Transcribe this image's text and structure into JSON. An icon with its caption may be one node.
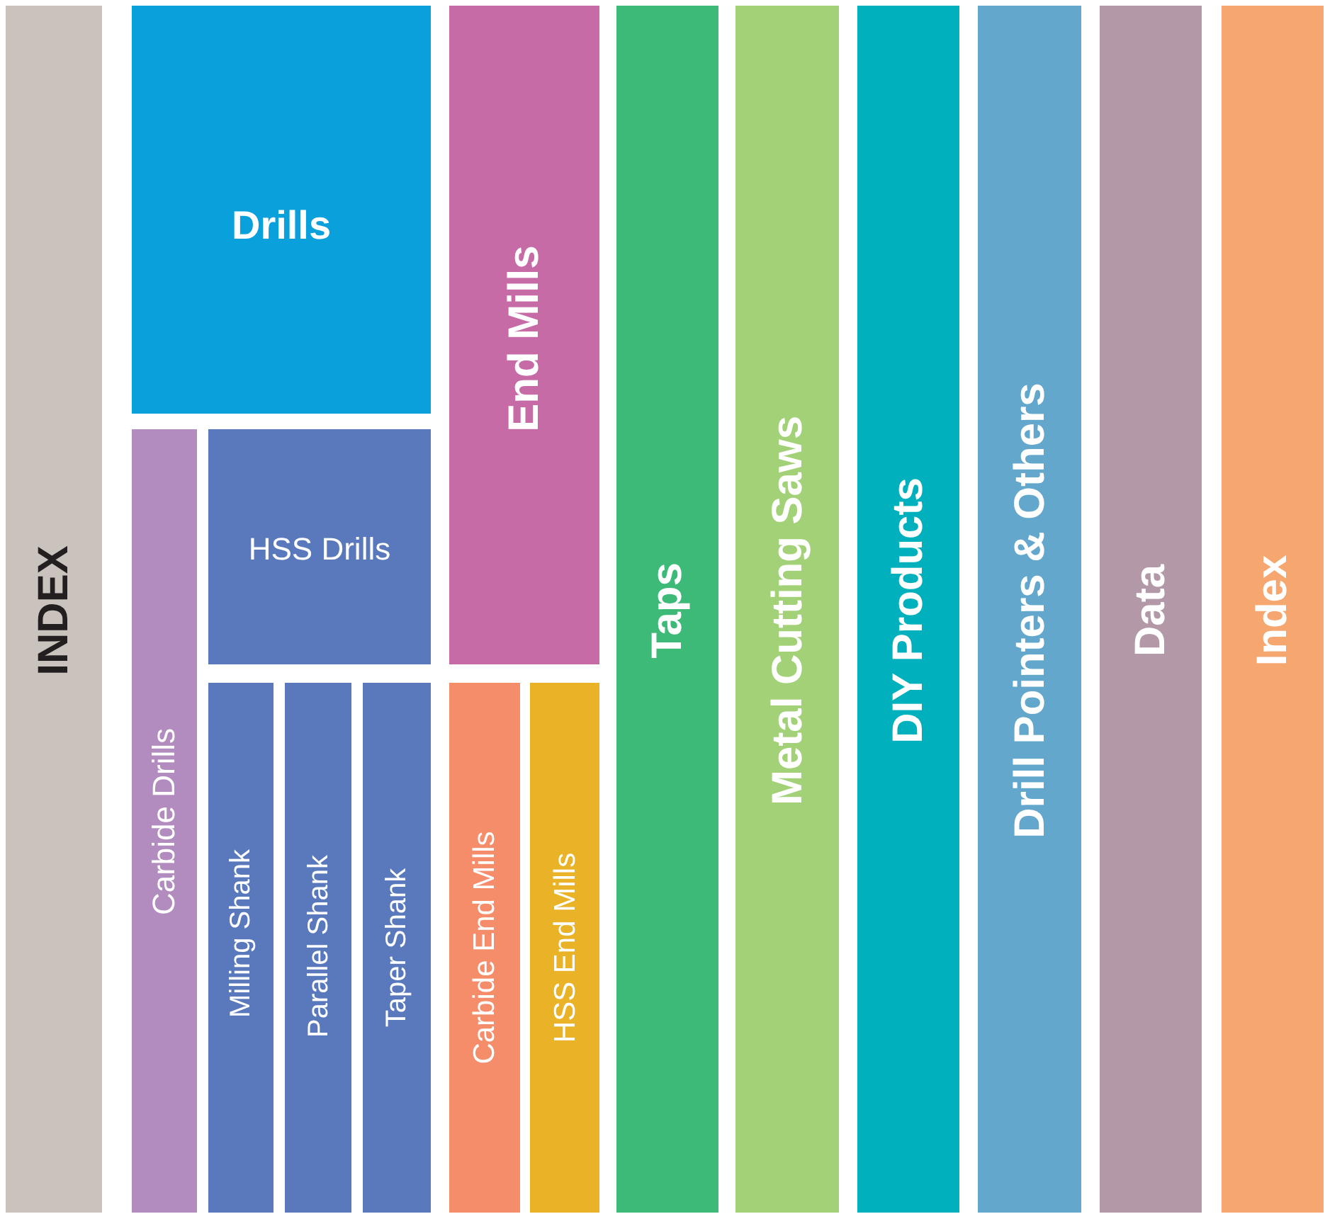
{
  "diagram": {
    "nodes": [
      {
        "text": [
          "INDEX"
        ]
      },
      {
        "text": [
          "Drills"
        ]
      },
      {
        "text": [
          "Carbide Drills"
        ]
      },
      {
        "text": [
          "HSS Drills"
        ]
      },
      {
        "text": [
          "Milling Shank"
        ]
      },
      {
        "text": [
          "Parallel Shank"
        ]
      },
      {
        "text": [
          "Taper Shank"
        ]
      },
      {
        "text": [
          "End Mills"
        ]
      },
      {
        "text": [
          "Carbide End Mills"
        ]
      },
      {
        "text": [
          "HSS End Mills"
        ]
      },
      {
        "text": [
          "Taps"
        ]
      },
      {
        "text": [
          "Metal Cutting Saws"
        ]
      },
      {
        "text": [
          "DIY Products"
        ]
      },
      {
        "text": [
          "Drill Pointers & Others"
        ]
      },
      {
        "text": [
          "Data"
        ]
      },
      {
        "text": [
          "Index"
        ]
      }
    ],
    "edges": []
  }
}
